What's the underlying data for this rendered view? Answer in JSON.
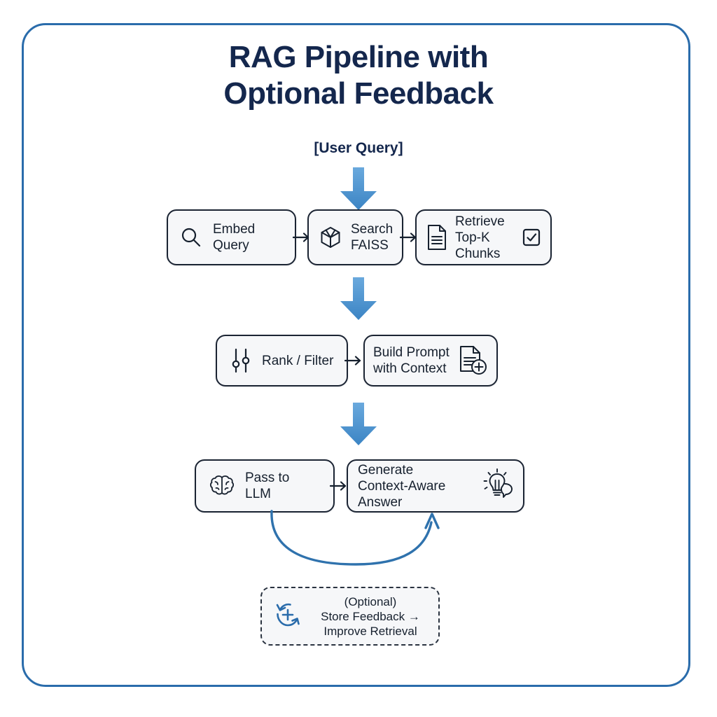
{
  "diagram": {
    "title_line_1": "RAG Pipeline with",
    "title_line_2": "Optional Feedback",
    "entry_label": "[User Query]",
    "colors": {
      "frame_border": "#2a6cab",
      "title_text": "#14274d",
      "arrow_blue": "#4a90d0",
      "node_border": "#1b2433",
      "node_fill": "#f6f7f9",
      "node_text": "#16202e",
      "feedback_icon": "#2a6cab"
    },
    "rows": [
      {
        "row_name": "retrieval-row",
        "nodes": [
          {
            "id": "embed",
            "label": "Embed Query",
            "lead_icon": "magnifier-icon",
            "trail_icon": null
          },
          {
            "id": "search",
            "label": "Search\nFAISS",
            "lead_icon": "cube-icon",
            "trail_icon": null
          },
          {
            "id": "retrieve",
            "label": "Retrieve\nTop-K Chunks",
            "lead_icon": "document-icon",
            "trail_icon": "checkbox-icon"
          }
        ]
      },
      {
        "row_name": "ranking-row",
        "nodes": [
          {
            "id": "rank",
            "label": "Rank / Filter",
            "lead_icon": "sliders-icon",
            "trail_icon": null
          },
          {
            "id": "build",
            "label": "Build Prompt\nwith Context",
            "lead_icon": null,
            "trail_icon": "document-plus-icon"
          }
        ]
      },
      {
        "row_name": "generation-row",
        "nodes": [
          {
            "id": "pass",
            "label": "Pass to\nLLM",
            "lead_icon": "brain-icon",
            "trail_icon": null
          },
          {
            "id": "generate",
            "label": "Generate\nContext-Aware Answer",
            "lead_icon": null,
            "trail_icon": "lightbulb-chat-icon"
          }
        ]
      }
    ],
    "feedback": {
      "label": "(Optional)\nStore Feedback →\nImprove Retrieval",
      "icon": "refresh-plus-icon",
      "border_style": "dashed"
    },
    "connectors": {
      "big_down_arrows": 3,
      "inline_arrows": 4,
      "curved_feedback_arrow": "from Pass-to-LLM underside curving right up into Generate Context-Aware Answer"
    }
  }
}
